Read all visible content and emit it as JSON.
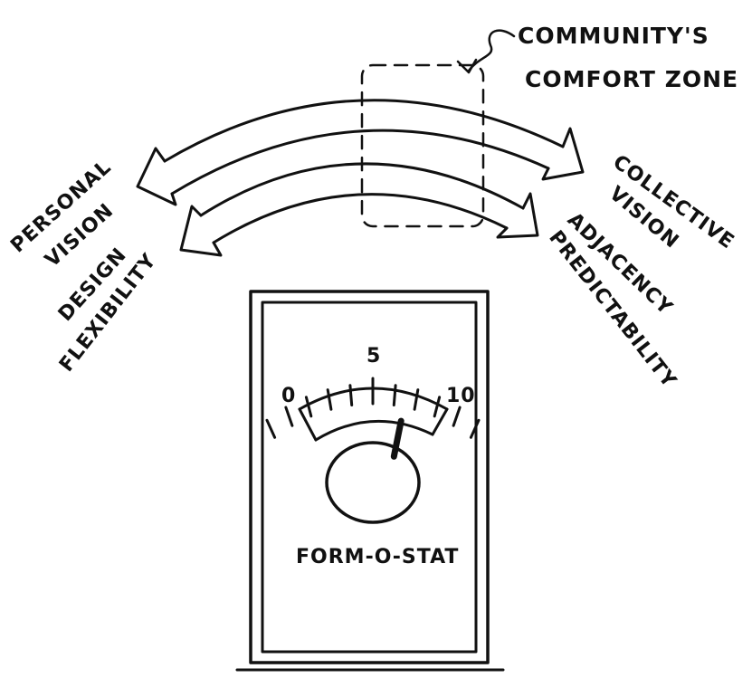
{
  "annotation": {
    "line1": "COMMUNITY'S",
    "line2": "COMFORT ZONE"
  },
  "left_labels": {
    "top_line1": "PERSONAL",
    "top_line2": "VISION",
    "bottom_line1": "DESIGN",
    "bottom_line2": "FLEXIBILITY"
  },
  "right_labels": {
    "top_line1": "COLLECTIVE",
    "top_line2": "VISION",
    "bottom_line1": "ADJACENCY",
    "bottom_line2": "PREDICTABILITY"
  },
  "dial": {
    "scale_min": "0",
    "scale_mid": "5",
    "scale_max": "10",
    "setting": 6.5,
    "device_label": "FORM-O-STAT"
  }
}
